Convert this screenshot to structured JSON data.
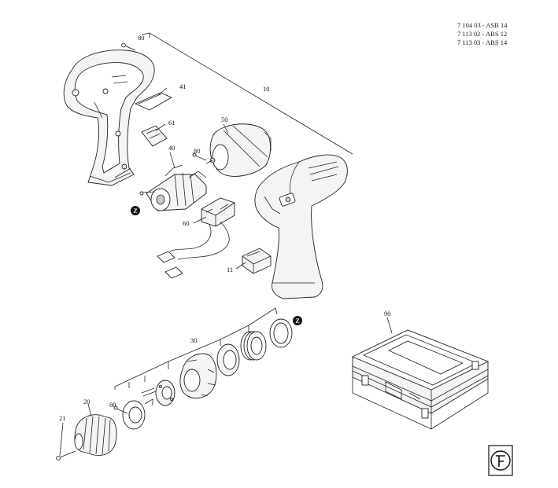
{
  "model_list": [
    "7 104 03 - ASB 14",
    "7 113 02 - ABS 12",
    "7 113 03 - ABS 14"
  ],
  "callouts": {
    "c80a": "80",
    "c10": "10",
    "c41": "41",
    "c61": "61",
    "c50": "50",
    "c40": "40",
    "c80b": "80",
    "c60": "60",
    "c11": "11",
    "c30": "30",
    "c20": "20",
    "c80c": "80",
    "c21": "21",
    "c90": "90"
  },
  "markers": {
    "z1": "Z",
    "z2": "Z"
  },
  "logo": {
    "text": "fein",
    "brand_color": "#111111"
  }
}
